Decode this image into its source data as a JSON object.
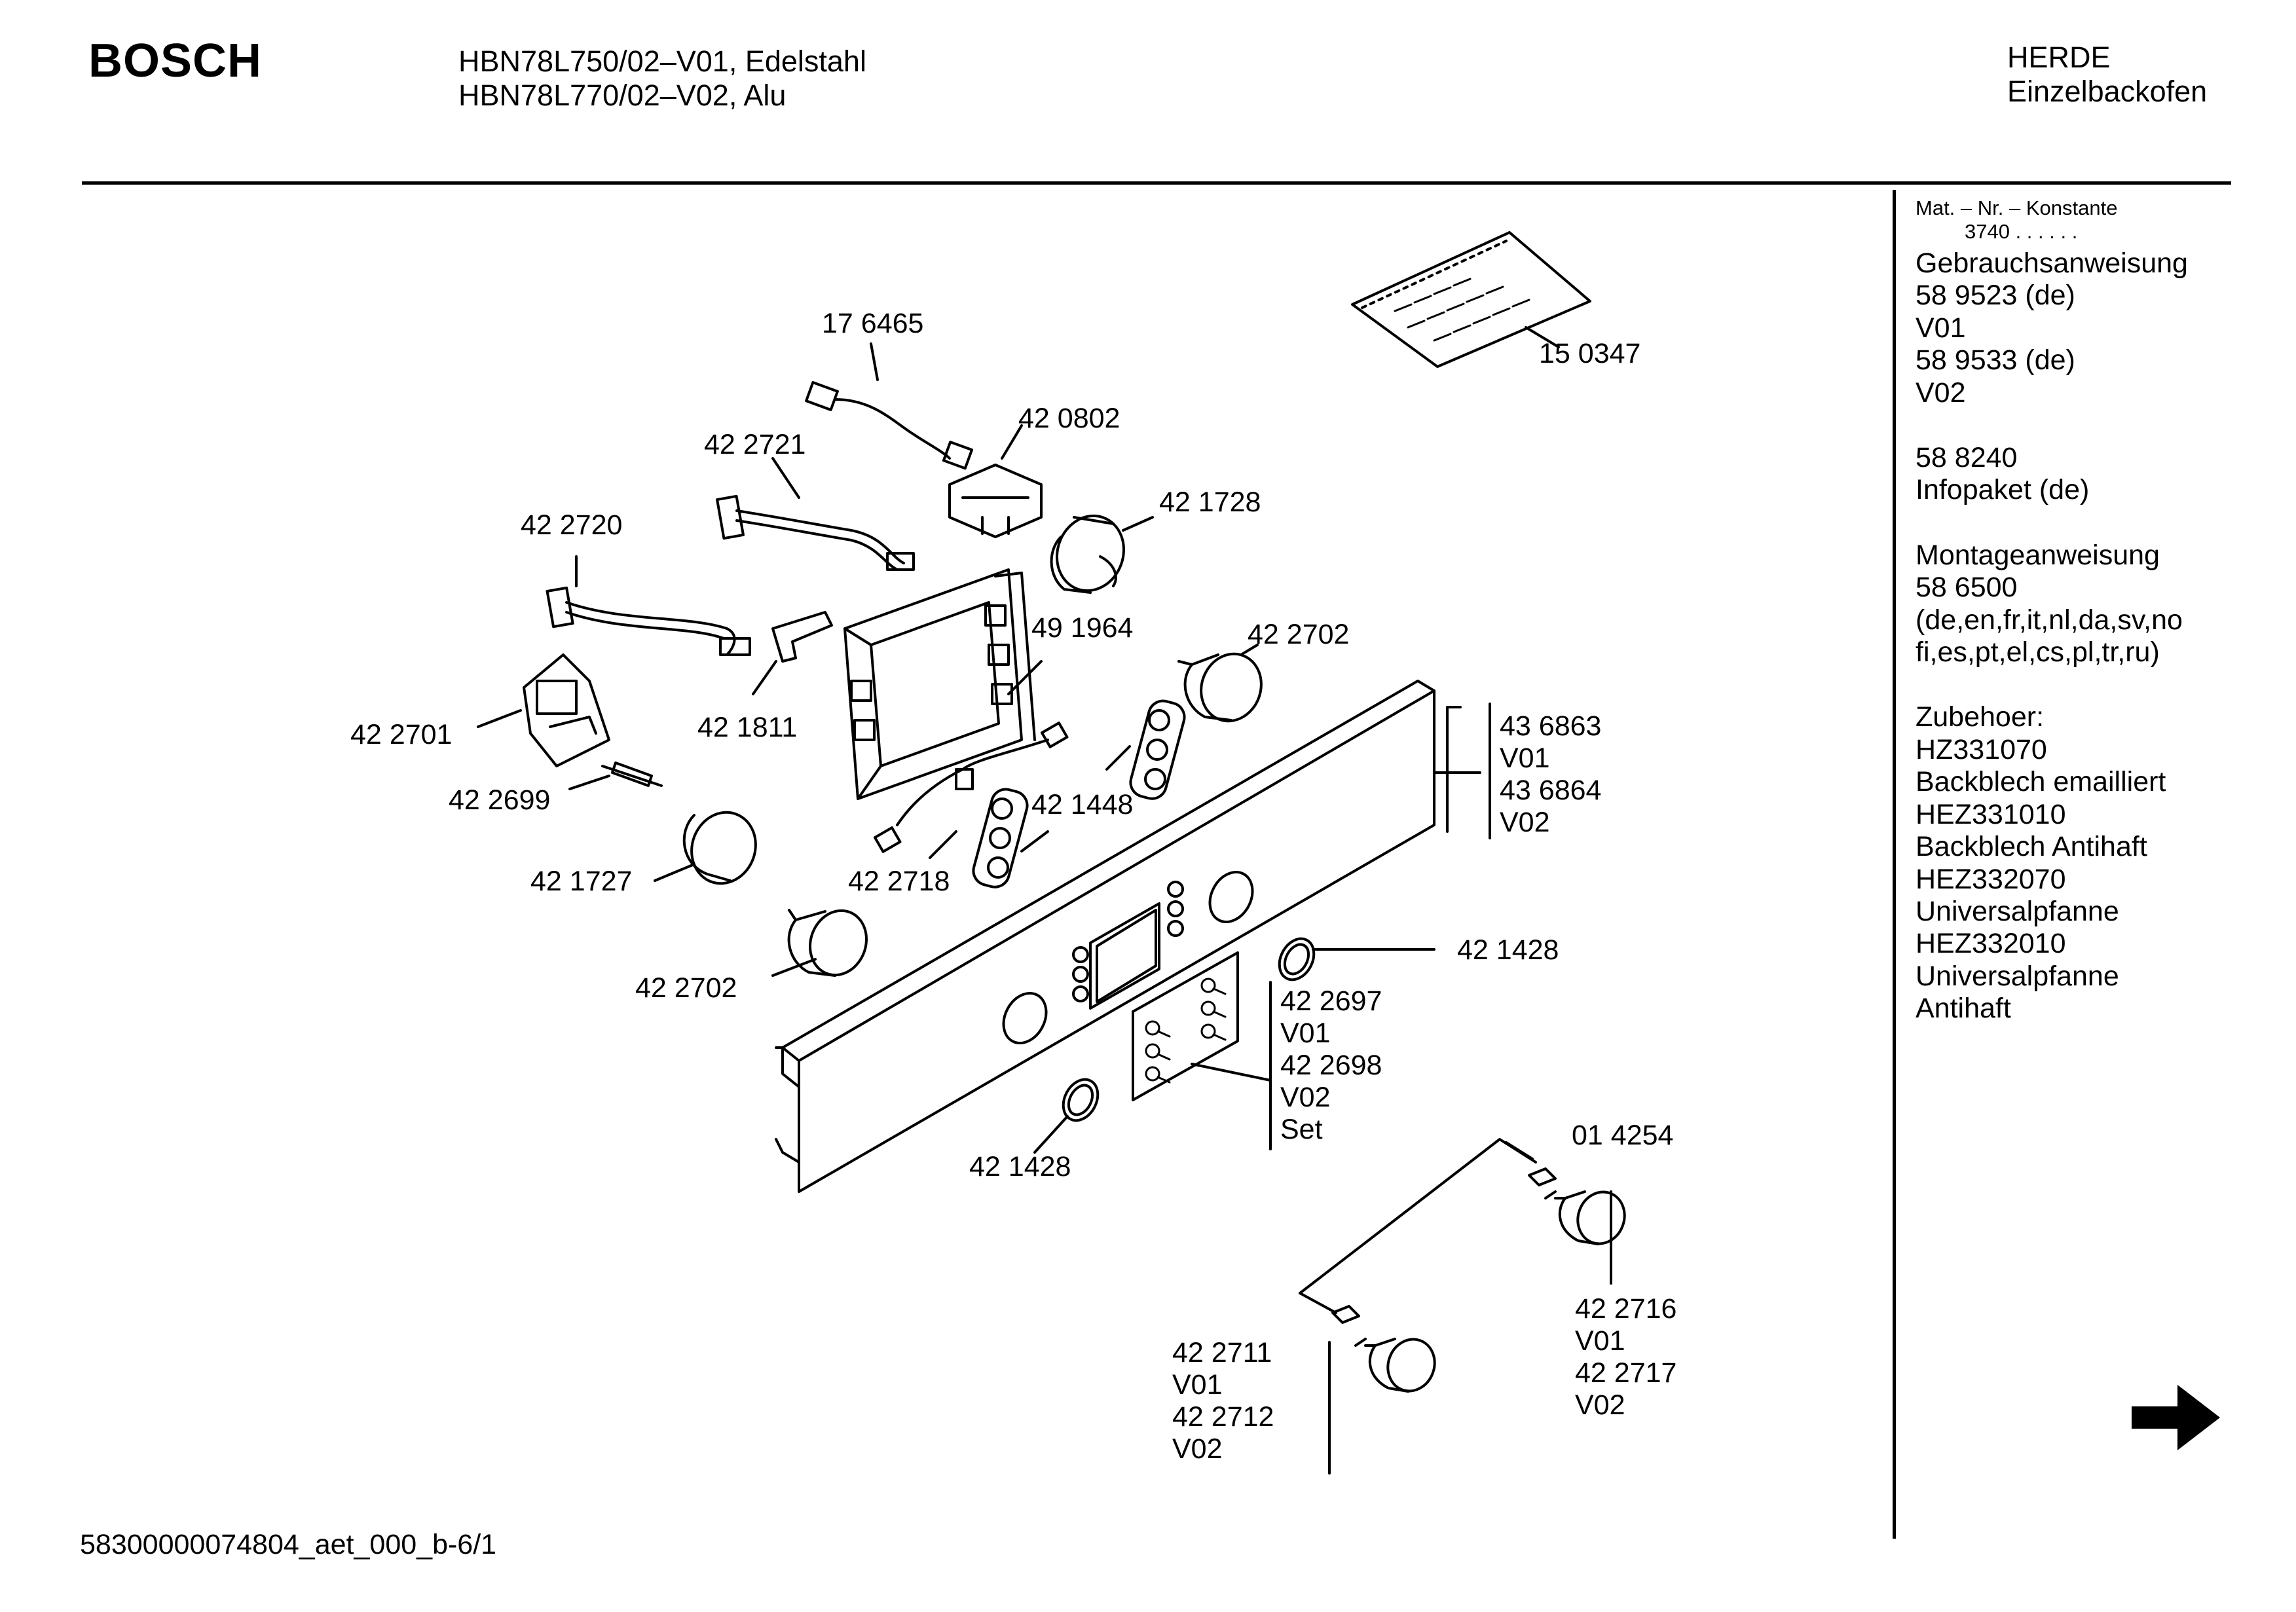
{
  "header": {
    "brand": "BOSCH",
    "models": [
      "HBN78L750/02–V01, Edelstahl",
      "HBN78L770/02–V02, Alu"
    ],
    "category": [
      "HERDE",
      "Einzelbackofen"
    ]
  },
  "sidebar": {
    "mat_nr_label": "Mat. – Nr. – Konstante",
    "mat_nr_value": "3740 . . . . . .",
    "groups": [
      [
        "Gebrauchsanweisung",
        "58 9523 (de)",
        "V01",
        "58 9533 (de)",
        "V02"
      ],
      [
        "58 8240",
        "Infopaket (de)"
      ],
      [
        "Montageanweisung",
        "58 6500",
        "(de,en,fr,it,nl,da,sv,no",
        "fi,es,pt,el,cs,pl,tr,ru)"
      ],
      [
        "Zubehoer:",
        "HZ331070",
        "Backblech emailliert",
        "HEZ331010",
        "Backblech Antihaft",
        "HEZ332070",
        "Universalpfanne",
        "HEZ332010",
        "Universalpfanne",
        "Antihaft"
      ]
    ]
  },
  "parts": {
    "p150347": "15 0347",
    "p176465": "17 6465",
    "p420802": "42 0802",
    "p422721": "42 2721",
    "p421728": "42 1728",
    "p422720": "42 2720",
    "p491964": "49 1964",
    "p422702a": "42 2702",
    "p422701": "42 2701",
    "p421811": "42 1811",
    "p422699": "42 2699",
    "p421448": "42 1448",
    "p421727": "42 1727",
    "p422718": "42 2718",
    "p422702b": "42 2702",
    "p421428a": "42 1428",
    "p421428b": "42 1428",
    "p014254": "01 4254",
    "panel": [
      "43 6863",
      "V01",
      "43 6864",
      "V02"
    ],
    "screws": [
      "42 2697",
      "V01",
      "42 2698",
      "V02",
      "Set"
    ],
    "knob_right": [
      "42 2716",
      "V01",
      "42 2717",
      "V02"
    ],
    "knob_left": [
      "42 2711",
      "V01",
      "42 2712",
      "V02"
    ]
  },
  "footer": "58300000074804_aet_000_b-6/1",
  "icons": {
    "next": "arrow-right-icon"
  }
}
